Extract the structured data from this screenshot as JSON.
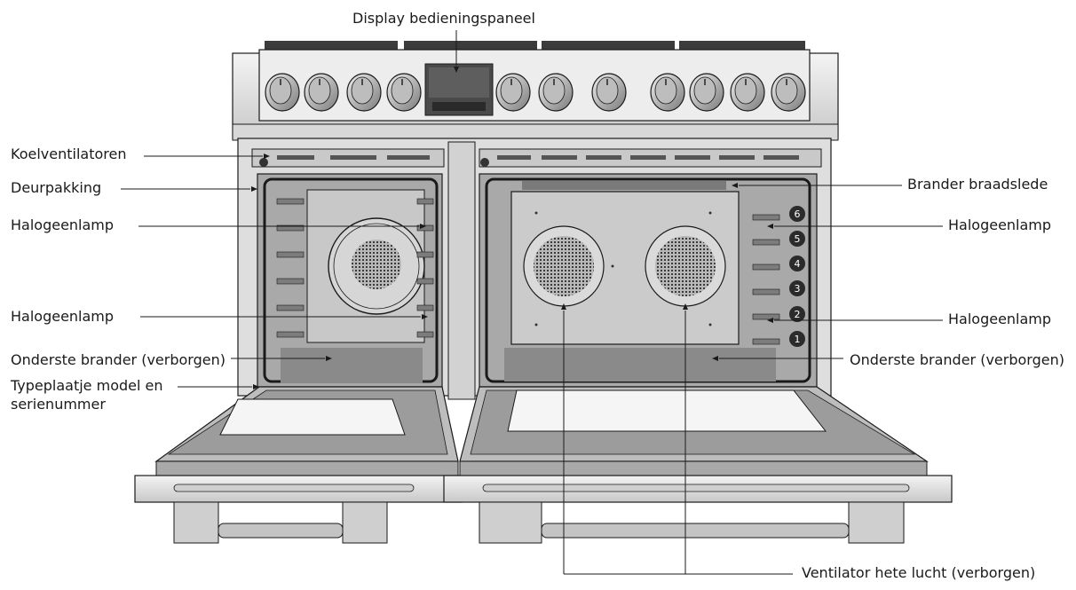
{
  "labels": {
    "display_panel": "Display bedieningspaneel",
    "cooling_fans": "Koelventilatoren",
    "door_seal": "Deurpakking",
    "halogen_left_top": "Halogeenlamp",
    "halogen_left_bottom": "Halogeenlamp",
    "bottom_burner_left": "Onderste brander (verborgen)",
    "type_plate_line1": "Typeplaatje model en",
    "type_plate_line2": "serienummer",
    "broil_burner": "Brander braadslede",
    "halogen_right_top": "Halogeenlamp",
    "halogen_right_bottom": "Halogeenlamp",
    "bottom_burner_right": "Onderste brander (verborgen)",
    "convection_fan": "Ventilator hete lucht (verborgen)"
  },
  "rack_positions": [
    "6",
    "5",
    "4",
    "3",
    "2",
    "1"
  ],
  "colors": {
    "line": "#1a1a1a",
    "steel_light": "#e9e9e9",
    "steel_mid": "#c9c9c9",
    "steel_dark": "#8e8e8e",
    "cavity": "#c4c4c4",
    "cavity_dark": "#9a9a9a"
  }
}
